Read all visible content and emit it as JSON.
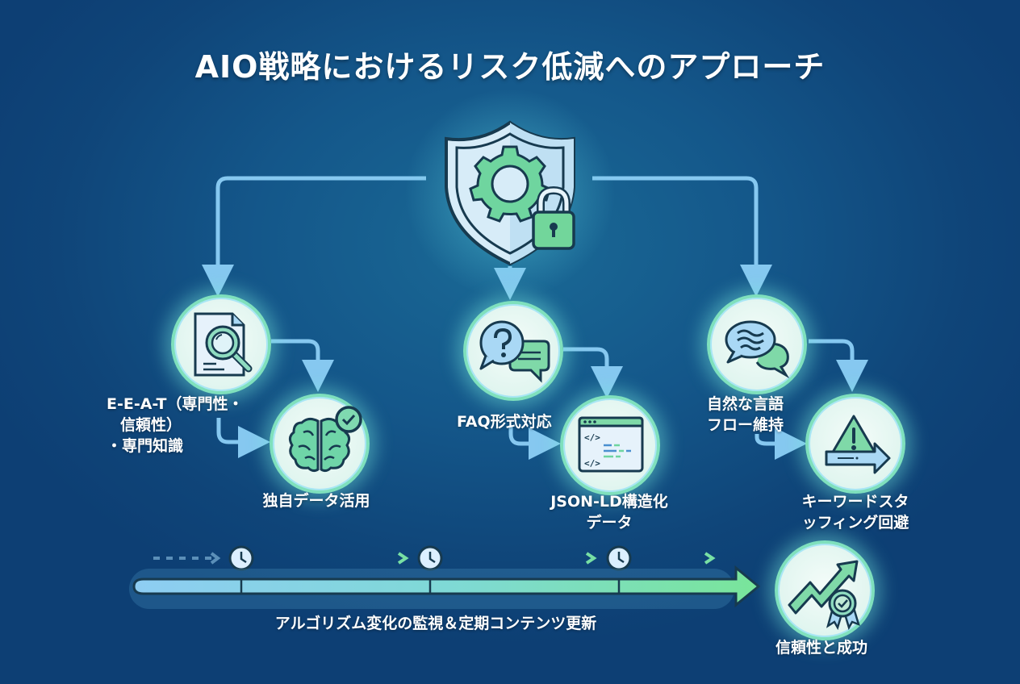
{
  "title": "AIO戦略におけるリスク低減へのアプローチ",
  "central_icon": "shield-gear-lock-icon",
  "branches": [
    {
      "primary": {
        "label_lines": [
          "E-E-A-T（専門性・",
          "信頼性）",
          "・専門知識"
        ],
        "icon": "document-search-icon"
      },
      "secondary": {
        "label_lines": [
          "独自データ活用"
        ],
        "icon": "brain-check-icon"
      }
    },
    {
      "primary": {
        "label_lines": [
          "FAQ形式対応"
        ],
        "icon": "faq-chat-icon"
      },
      "secondary": {
        "label_lines": [
          "JSON-LD構造化",
          "データ"
        ],
        "icon": "code-window-icon"
      }
    },
    {
      "primary": {
        "label_lines": [
          "自然な言語",
          "フロー維持"
        ],
        "icon": "speech-bubbles-icon"
      },
      "secondary": {
        "label_lines": [
          "キーワードスタ",
          "ッフィング回避"
        ],
        "icon": "warning-arrow-icon"
      }
    }
  ],
  "timeline": {
    "label": "アルゴリズム変化の監視＆定期コンテンツ更新",
    "checkpoint_icon": "clock-icon",
    "checkpoints": 3
  },
  "outcome": {
    "label": "信頼性と成功",
    "icon": "growth-award-icon"
  },
  "colors": {
    "arrow": "#86c8f0",
    "accent_green": "#6fd79f",
    "outline": "#173a4f",
    "light_blue": "#a9d8f5"
  }
}
